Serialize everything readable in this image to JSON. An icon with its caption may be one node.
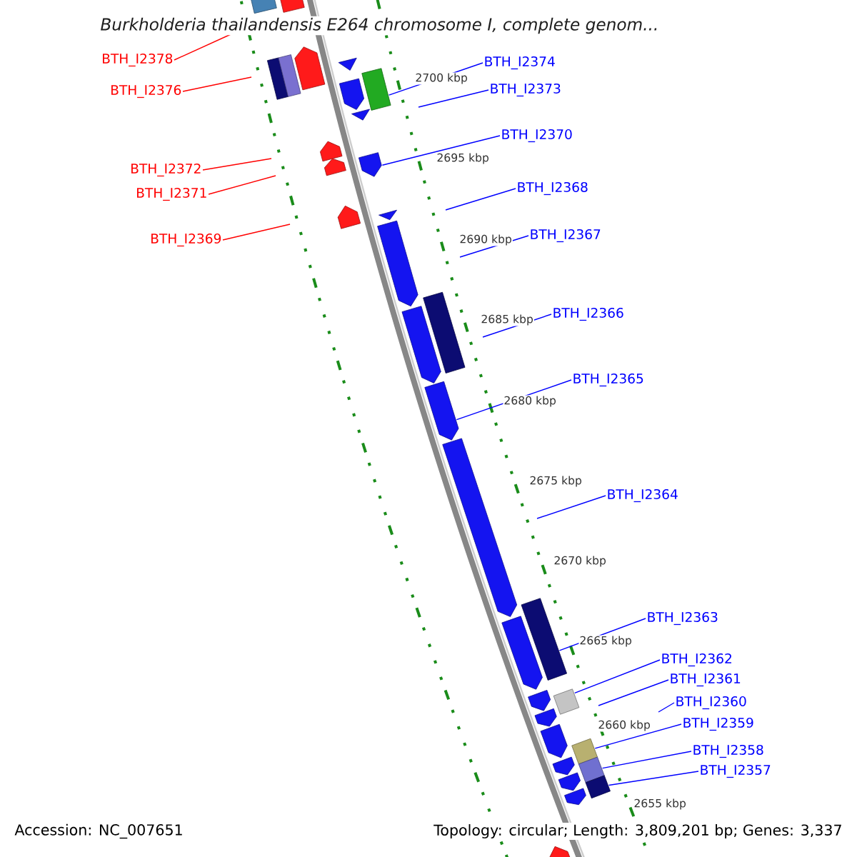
{
  "diagram": {
    "title": "Burkholderia thailandensis E264 chromosome I, complete genom...",
    "nodes": [
      {
        "text": [
          "BTH_I2378"
        ]
      },
      {
        "text": [
          "BTH_I2374"
        ]
      },
      {
        "text": [
          "BTH_I2373"
        ]
      },
      {
        "text": [
          "BTH_I2376"
        ]
      },
      {
        "text": [
          "BTH_I2370"
        ]
      },
      {
        "text": [
          "BTH_I2372"
        ]
      },
      {
        "text": [
          "BTH_I2368"
        ]
      },
      {
        "text": [
          "BTH_I2371"
        ]
      },
      {
        "text": [
          "BTH_I2367"
        ]
      },
      {
        "text": [
          "BTH_I2369"
        ]
      },
      {
        "text": [
          "BTH_I2366"
        ]
      },
      {
        "text": [
          "BTH_I2365"
        ]
      },
      {
        "text": [
          "BTH_I2364"
        ]
      },
      {
        "text": [
          "BTH_I2363"
        ]
      },
      {
        "text": [
          "BTH_I2362"
        ]
      },
      {
        "text": [
          "BTH_I2361"
        ]
      },
      {
        "text": [
          "BTH_I2360"
        ]
      },
      {
        "text": [
          "BTH_I2359"
        ]
      },
      {
        "text": [
          "BTH_I2358"
        ]
      },
      {
        "text": [
          "BTH_I2357"
        ]
      },
      {
        "text": [],
        "shape": "box"
      },
      {
        "text": [],
        "shape": "box"
      },
      {
        "text": [],
        "shape": "arrow"
      },
      {
        "text": [],
        "shape": "box"
      },
      {
        "text": [],
        "shape": "box"
      },
      {
        "text": [],
        "shape": "triangle"
      },
      {
        "text": [],
        "shape": "box"
      },
      {
        "text": [],
        "shape": "arrow"
      },
      {
        "text": [],
        "shape": "triangle"
      },
      {
        "text": [],
        "shape": "arrow"
      },
      {
        "text": [],
        "shape": "arrow"
      },
      {
        "text": [],
        "shape": "arrow"
      },
      {
        "text": [],
        "shape": "arrow"
      },
      {
        "text": [],
        "shape": "triangle"
      },
      {
        "text": [],
        "shape": "arrow"
      },
      {
        "text": [],
        "shape": "box"
      },
      {
        "text": [],
        "shape": "arrow"
      },
      {
        "text": [],
        "shape": "arrow"
      },
      {
        "text": [],
        "shape": "arrow"
      },
      {
        "text": [],
        "shape": "box"
      },
      {
        "text": [],
        "shape": "arrow"
      },
      {
        "text": [],
        "shape": "arrow"
      },
      {
        "text": [],
        "shape": "box"
      },
      {
        "text": [],
        "shape": "arrow"
      },
      {
        "text": [],
        "shape": "arrow"
      },
      {
        "text": [],
        "shape": "box"
      },
      {
        "text": [],
        "shape": "arrow"
      },
      {
        "text": [],
        "shape": "box"
      },
      {
        "text": [],
        "shape": "arrow"
      },
      {
        "text": [],
        "shape": "box"
      },
      {
        "text": [],
        "shape": "arrow"
      },
      {
        "text": [],
        "shape": "arrow"
      }
    ],
    "edges": [
      {
        "from": 0,
        "to": null,
        "arrow": "none",
        "color": "#ff0000"
      },
      {
        "from": 1,
        "to": 26,
        "arrow": "none"
      },
      {
        "from": 2,
        "to": null,
        "arrow": "none"
      },
      {
        "from": 3,
        "to": null,
        "arrow": "none",
        "color": "#ff0000"
      },
      {
        "from": 4,
        "to": 31,
        "arrow": "none"
      },
      {
        "from": 5,
        "to": null,
        "arrow": "none",
        "color": "#ff0000"
      },
      {
        "from": 6,
        "to": null,
        "arrow": "none"
      },
      {
        "from": 7,
        "to": null,
        "arrow": "none",
        "color": "#ff0000"
      },
      {
        "from": 8,
        "to": null,
        "arrow": "none"
      },
      {
        "from": 9,
        "to": null,
        "arrow": "none",
        "color": "#ff0000"
      },
      {
        "from": 10,
        "to": null,
        "arrow": "none"
      },
      {
        "from": 11,
        "to": 37,
        "arrow": "none"
      },
      {
        "from": 12,
        "to": null,
        "arrow": "none"
      },
      {
        "from": 13,
        "to": 39,
        "arrow": "none"
      },
      {
        "from": 14,
        "to": 42,
        "arrow": "none"
      },
      {
        "from": 15,
        "to": null,
        "arrow": "none"
      },
      {
        "from": 16,
        "to": null,
        "arrow": "none"
      },
      {
        "from": 17,
        "to": 45,
        "arrow": "none"
      },
      {
        "from": 18,
        "to": 47,
        "arrow": "none"
      },
      {
        "from": 19,
        "to": 49,
        "arrow": "none"
      }
    ],
    "labels": [
      "2700 kbp",
      "2695 kbp",
      "2690 kbp",
      "2685 kbp",
      "2680 kbp",
      "2675 kbp",
      "2670 kbp",
      "2665 kbp",
      "2660 kbp",
      "2655 kbp",
      "Accession: NC_007651",
      "Topology: circular; Length: 3,809,201 bp; Genes: 3,337"
    ]
  }
}
